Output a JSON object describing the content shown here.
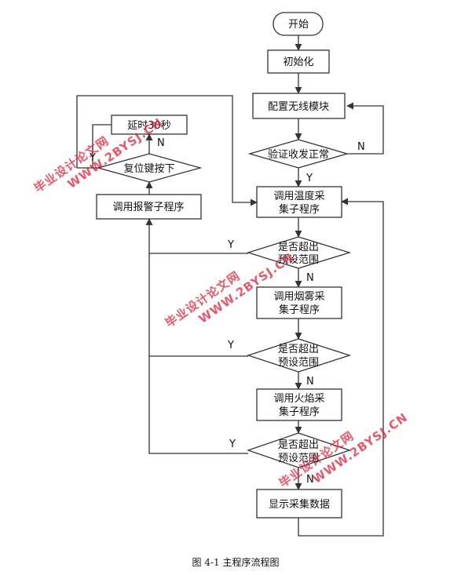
{
  "nodes": {
    "start": "开始",
    "init": "初始化",
    "config_wireless": "配置无线模块",
    "verify": "验证收发正常",
    "call_temp": [
      "调用温度采",
      "集子程序"
    ],
    "check1": [
      "是否超出",
      "预设范围"
    ],
    "call_smoke": [
      "调用烟雾采",
      "集子程序"
    ],
    "check2": [
      "是否超出",
      "预设范围"
    ],
    "call_flame": [
      "调用火焰采",
      "集子程序"
    ],
    "check3": [
      "是否超出",
      "预设范围"
    ],
    "display": "显示采集数据",
    "alarm": "调用报警子程序",
    "reset": "复位键按下",
    "delay": "延时30秒"
  },
  "edge_labels": {
    "verify_yes": "Y",
    "verify_no": "N",
    "check1_yes": "Y",
    "check1_no": "N",
    "check2_yes": "Y",
    "check2_no": "N",
    "check3_yes": "Y",
    "check3_no": "N",
    "reset_yes": "Y",
    "reset_no": "N"
  },
  "caption": "图 4-1  主程序流程图",
  "watermarks": [
    {
      "name": "cn",
      "text": "毕业设计论文网",
      "url": "WWW.2BYSJ.CN"
    }
  ],
  "colors": {
    "stroke": "#333333",
    "watermark": "#e0203a"
  }
}
